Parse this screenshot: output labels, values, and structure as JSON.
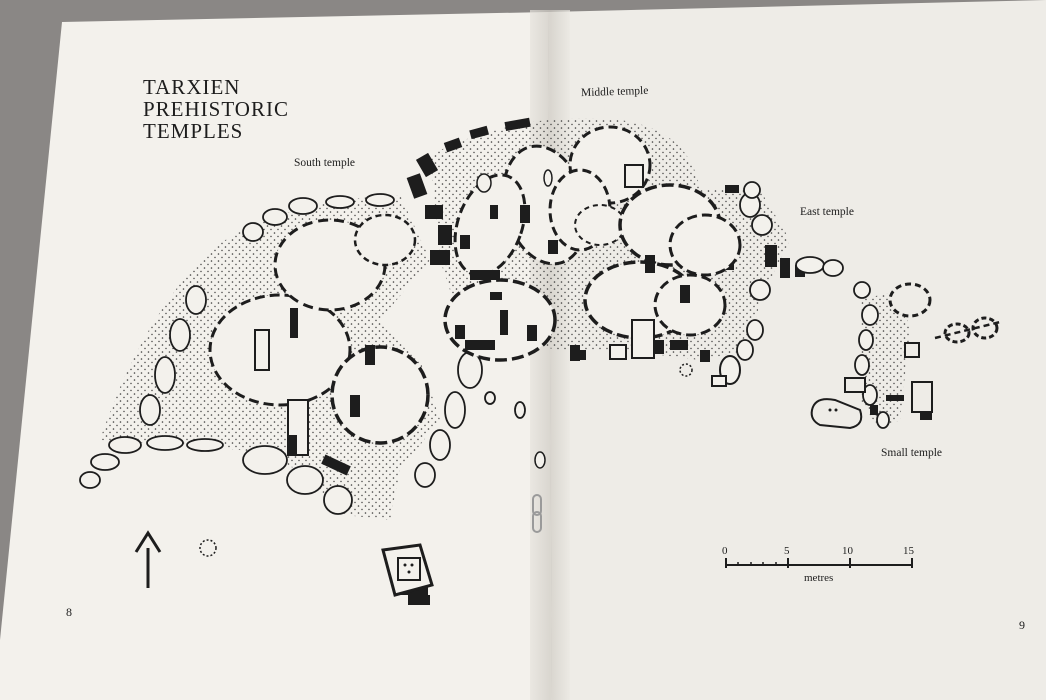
{
  "map": {
    "title_lines": [
      "TARXIEN",
      "PREHISTORIC",
      "TEMPLES"
    ],
    "labels": {
      "south": "South temple",
      "middle": "Middle temple",
      "east": "East temple",
      "small": "Small temple"
    },
    "scale": {
      "ticks": [
        "0",
        "5",
        "10",
        "15"
      ],
      "unit": "metres"
    },
    "north_arrow": "north-arrow-icon"
  },
  "pages": {
    "left_number": "8",
    "right_number": "9"
  },
  "colors": {
    "paper": "#f3f1ec",
    "paper_right": "#eeece7",
    "ink": "#1d1d1d",
    "background": "#8a8785"
  }
}
